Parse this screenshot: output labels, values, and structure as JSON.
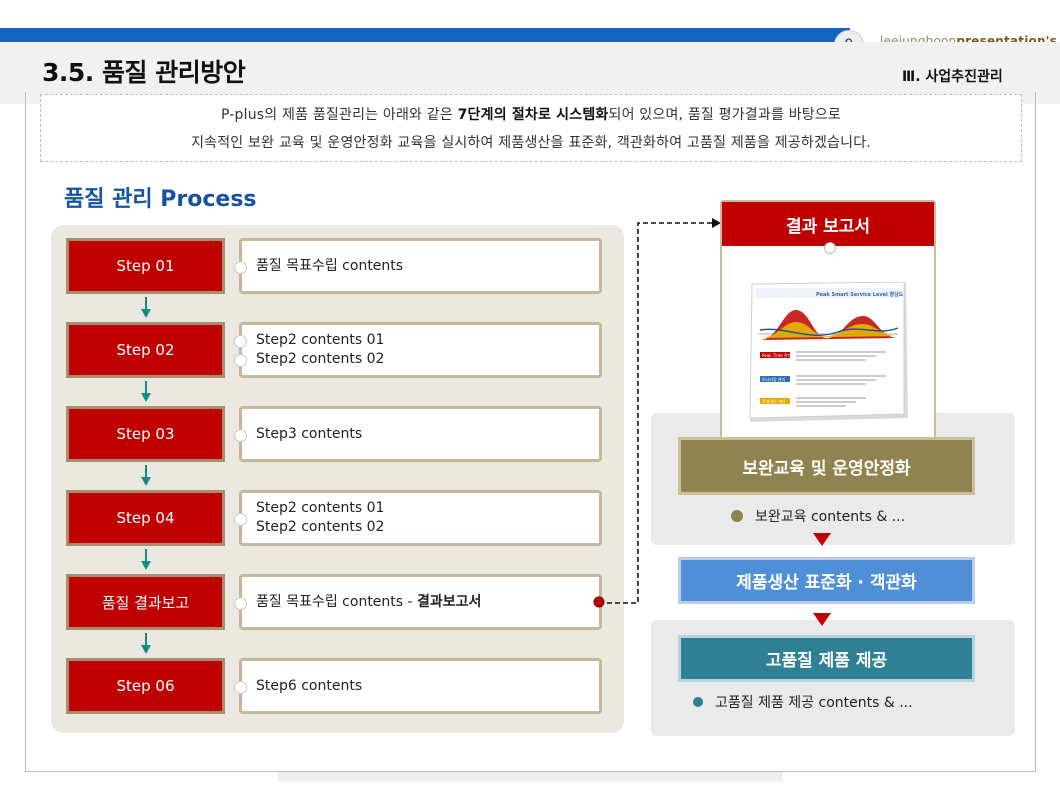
{
  "header": {
    "page_number": "9",
    "brand_prefix": "leejunghoon",
    "brand_suffix": "presentation's",
    "title": "3.5. 품질 관리방안",
    "section": "Ⅲ. 사업추진관리"
  },
  "intro": {
    "line1_a": "P-plus의 제품 품질관리는 아래와 같은 ",
    "line1_bold": "7단계의 절차로 시스템화",
    "line1_b": "되어 있으며, 품질 평가결과를 바탕으로",
    "line2": "지속적인 보완 교육 및 운영안정화 교육을 실시하여 제품생산을 표준화, 객관화하여 고품질 제품을 제공하겠습니다."
  },
  "process": {
    "title": "품질 관리 Process",
    "steps": [
      {
        "label": "Step 01",
        "lines": [
          "품질 목표수립 contents"
        ]
      },
      {
        "label": "Step 02",
        "lines": [
          "Step2 contents 01",
          "Step2 contents 02"
        ]
      },
      {
        "label": "Step 03",
        "lines": [
          "Step3 contents"
        ]
      },
      {
        "label": "Step 04",
        "lines": [
          "Step2 contents 01",
          "Step2 contents 02"
        ]
      },
      {
        "label": "품질 결과보고",
        "line_plain": "품질 목표수립 contents - ",
        "line_bold": "결과보고서"
      },
      {
        "label": "Step 06",
        "lines": [
          "Step6 contents"
        ]
      }
    ]
  },
  "flow": {
    "report_title": "결과 보고서",
    "doc_heading": "Peak Smart Service Level 향상도",
    "doc_tags": [
      "Peak Time 관리",
      "모니터링 관리",
      "운영관리 개선"
    ],
    "box1": "보완교육 및 운영안정화",
    "note1": "보완교육 contents & ...",
    "box2": "제품생산 표준화 · 객관화",
    "box3": "고품질 제품 제공",
    "note2": "고품질 제품 제공 contents & ..."
  },
  "colors": {
    "accent_blue": "#1565c0",
    "step_red": "#c00000",
    "olive": "#8f8450",
    "blue_box": "#4f8fd8",
    "teal_box": "#2f8095",
    "arrow_teal": "#138b83"
  }
}
